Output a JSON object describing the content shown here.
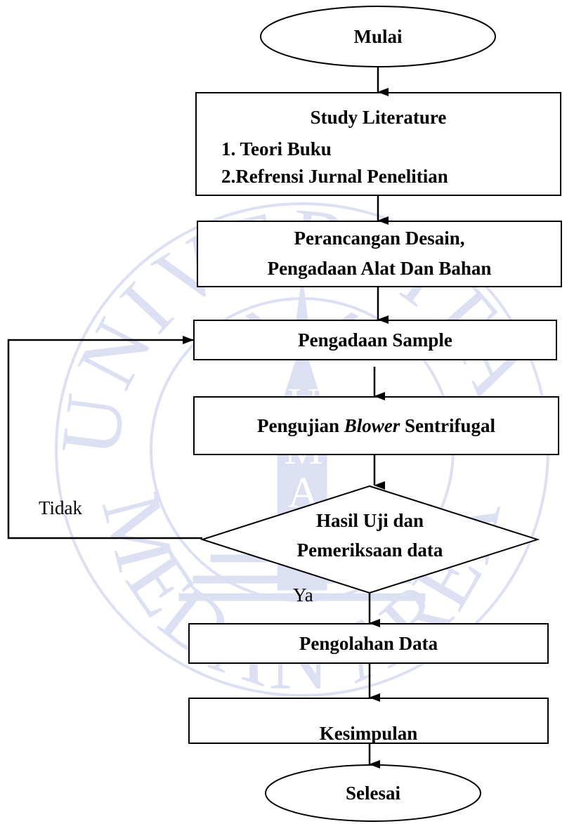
{
  "nodes": {
    "start": "Mulai",
    "study": {
      "title": "Study Literature",
      "item1": "1. Teori Buku",
      "item2": "2.Refrensi Jurnal Penelitian"
    },
    "design": {
      "line1": "Perancangan Desain,",
      "line2": "Pengadaan Alat Dan Bahan"
    },
    "sample": "Pengadaan Sample",
    "testing": {
      "prefix": "Pengujian",
      "italic": "Blower",
      "suffix": "Sentrifugal"
    },
    "decision": {
      "line1": "Hasil Uji dan",
      "line2": "Pemeriksaan data"
    },
    "processing": "Pengolahan Data",
    "conclusion": "Kesimpulan",
    "end": "Selesai"
  },
  "edges": {
    "no_label": "Tidak",
    "yes_label": "Ya"
  },
  "watermark": {
    "top_arc": "UNIVERSITAS",
    "bottom_arc": "MEDAN AREA",
    "letters": [
      "U",
      "M",
      "A"
    ],
    "color": "#dde0f2"
  }
}
